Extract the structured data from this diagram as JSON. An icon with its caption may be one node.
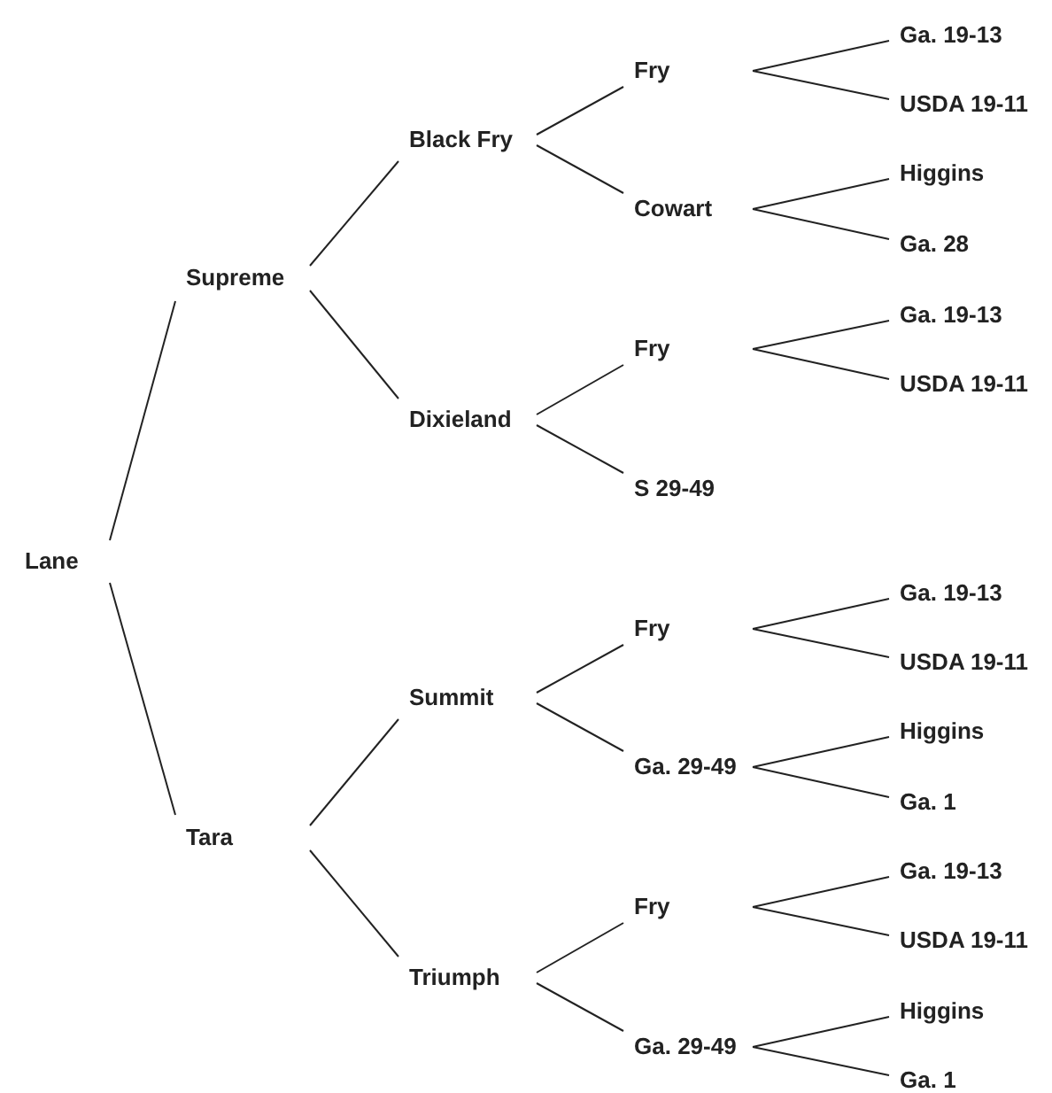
{
  "diagram": {
    "nodes": [
      {
        "text": [
          "Lane"
        ]
      },
      {
        "text": [
          "Supreme"
        ]
      },
      {
        "text": [
          "Black Fry"
        ]
      },
      {
        "text": [
          "Fry"
        ]
      },
      {
        "text": [
          "Ga. 19-13"
        ]
      },
      {
        "text": [
          "USDA 19-11"
        ]
      },
      {
        "text": [
          "Cowart"
        ]
      },
      {
        "text": [
          "Higgins"
        ]
      },
      {
        "text": [
          "Ga. 28"
        ]
      },
      {
        "text": [
          "Dixieland"
        ]
      },
      {
        "text": [
          "Fry"
        ]
      },
      {
        "text": [
          "Ga. 19-13"
        ]
      },
      {
        "text": [
          "USDA 19-11"
        ]
      },
      {
        "text": [
          "S 29-49"
        ]
      },
      {
        "text": [
          "Tara"
        ]
      },
      {
        "text": [
          "Summit"
        ]
      },
      {
        "text": [
          "Fry"
        ]
      },
      {
        "text": [
          "Ga. 19-13"
        ]
      },
      {
        "text": [
          "USDA 19-11"
        ]
      },
      {
        "text": [
          "Ga. 29-49"
        ]
      },
      {
        "text": [
          "Higgins"
        ]
      },
      {
        "text": [
          "Ga. 1"
        ]
      },
      {
        "text": [
          "Triumph"
        ]
      },
      {
        "text": [
          "Fry"
        ]
      },
      {
        "text": [
          "Ga. 19-13"
        ]
      },
      {
        "text": [
          "USDA 19-11"
        ]
      },
      {
        "text": [
          "Ga. 29-49"
        ]
      },
      {
        "text": [
          "Higgins"
        ]
      },
      {
        "text": [
          "Ga. 1"
        ]
      }
    ],
    "edges": [
      {
        "from": 0,
        "to": 1,
        "arrow": "none"
      },
      {
        "from": 0,
        "to": 14,
        "arrow": "none"
      },
      {
        "from": 1,
        "to": 2,
        "arrow": "none"
      },
      {
        "from": 1,
        "to": 9,
        "arrow": "none"
      },
      {
        "from": 2,
        "to": 3,
        "arrow": "none"
      },
      {
        "from": 2,
        "to": 6,
        "arrow": "none"
      },
      {
        "from": 3,
        "to": 4,
        "arrow": "none"
      },
      {
        "from": 3,
        "to": 5,
        "arrow": "none"
      },
      {
        "from": 6,
        "to": 7,
        "arrow": "none"
      },
      {
        "from": 6,
        "to": 8,
        "arrow": "none"
      },
      {
        "from": 9,
        "to": 10,
        "arrow": "none"
      },
      {
        "from": 9,
        "to": 13,
        "arrow": "none"
      },
      {
        "from": 10,
        "to": 11,
        "arrow": "none"
      },
      {
        "from": 10,
        "to": 12,
        "arrow": "none"
      },
      {
        "from": 14,
        "to": 15,
        "arrow": "none"
      },
      {
        "from": 14,
        "to": 22,
        "arrow": "none"
      },
      {
        "from": 15,
        "to": 16,
        "arrow": "none"
      },
      {
        "from": 15,
        "to": 19,
        "arrow": "none"
      },
      {
        "from": 16,
        "to": 17,
        "arrow": "none"
      },
      {
        "from": 16,
        "to": 18,
        "arrow": "none"
      },
      {
        "from": 19,
        "to": 20,
        "arrow": "none"
      },
      {
        "from": 19,
        "to": 21,
        "arrow": "none"
      },
      {
        "from": 22,
        "to": 23,
        "arrow": "none"
      },
      {
        "from": 22,
        "to": 26,
        "arrow": "none"
      },
      {
        "from": 23,
        "to": 24,
        "arrow": "none"
      },
      {
        "from": 23,
        "to": 25,
        "arrow": "none"
      },
      {
        "from": 26,
        "to": 27,
        "arrow": "none"
      },
      {
        "from": 26,
        "to": 28,
        "arrow": "none"
      }
    ]
  }
}
